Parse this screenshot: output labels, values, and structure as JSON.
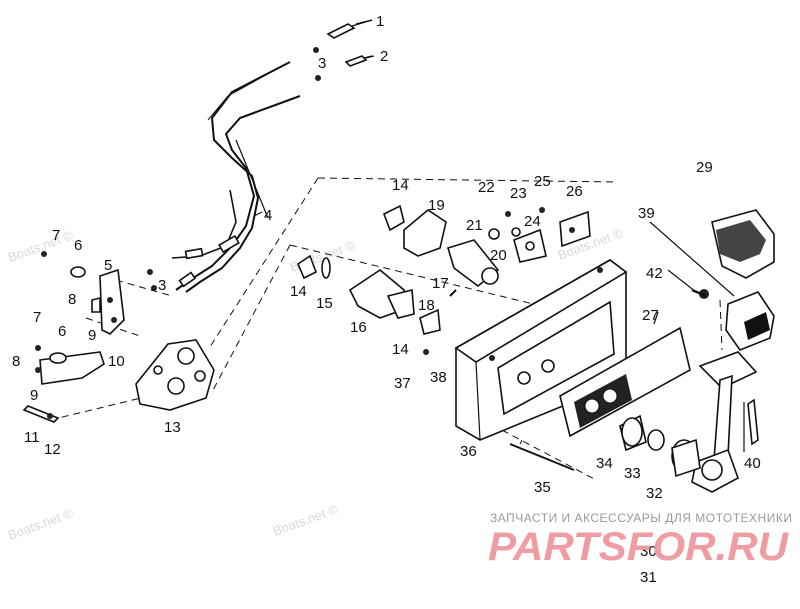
{
  "watermark": "Boats.net ©",
  "brand": {
    "tagline": "ЗАПЧАСТИ И АКСЕССУАРЫ ДЛЯ МОТОТЕХНИКИ",
    "logo": "PARTSFOR.RU",
    "logo_color": "#ef9ca2"
  },
  "callouts": {
    "c1": "1",
    "c2": "2",
    "c3a": "3",
    "c3b": "3",
    "c4": "4",
    "c5": "5",
    "c6a": "6",
    "c6b": "6",
    "c7a": "7",
    "c7b": "7",
    "c8a": "8",
    "c8b": "8",
    "c9a": "9",
    "c9b": "9",
    "c10": "10",
    "c11": "11",
    "c12": "12",
    "c13": "13",
    "c14a": "14",
    "c14b": "14",
    "c14c": "14",
    "c15": "15",
    "c16": "16",
    "c17": "17",
    "c18": "18",
    "c19": "19",
    "c20": "20",
    "c21": "21",
    "c22": "22",
    "c23": "23",
    "c24": "24",
    "c25": "25",
    "c26": "26",
    "c27": "27",
    "c29": "29",
    "c30": "30",
    "c31": "31",
    "c32": "32",
    "c33": "33",
    "c34": "34",
    "c35": "35",
    "c36": "36",
    "c37": "37",
    "c38": "38",
    "c39": "39",
    "c40": "40",
    "c42": "42"
  }
}
